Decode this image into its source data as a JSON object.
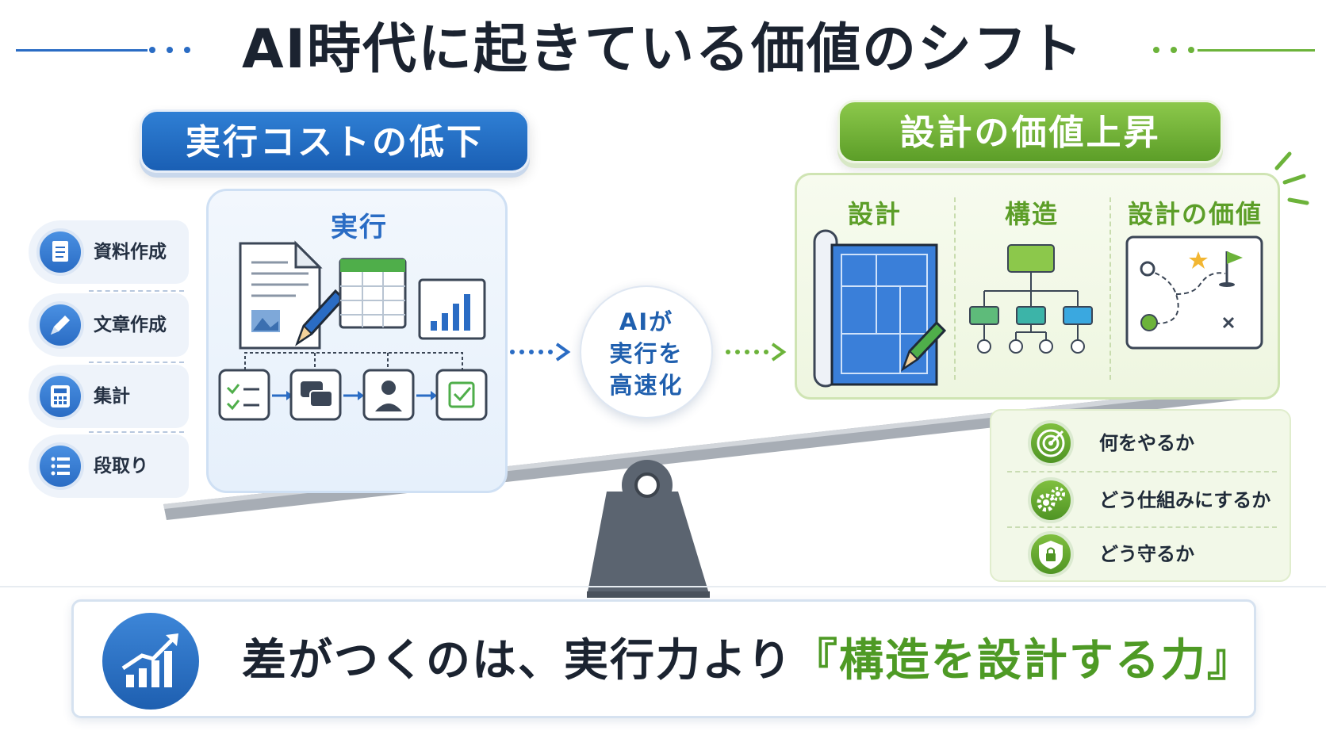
{
  "title": "AI時代に起きている価値のシフト",
  "left": {
    "header": "実行コストの低下",
    "tasks": [
      {
        "label": "資料作成",
        "icon": "document-icon"
      },
      {
        "label": "文章作成",
        "icon": "pencil-icon"
      },
      {
        "label": "集計",
        "icon": "calculator-icon"
      },
      {
        "label": "段取り",
        "icon": "list-icon"
      }
    ],
    "panel_title": "実行"
  },
  "center": {
    "lines": [
      "AIが",
      "実行を",
      "高速化"
    ]
  },
  "right": {
    "header": "設計の価値上昇",
    "columns": [
      "設計",
      "構造",
      "設計の価値"
    ],
    "bullets": [
      {
        "label": "何をやるか",
        "icon": "target-icon"
      },
      {
        "label": "どう仕組みにするか",
        "icon": "gears-icon"
      },
      {
        "label": "どう守るか",
        "icon": "shield-lock-icon"
      }
    ]
  },
  "bottom": {
    "prefix": "差がつくのは、実行力より",
    "highlight": "『構造を設計する力』"
  },
  "colors": {
    "blue": "#2a6cc4",
    "green": "#5c9e28",
    "dark": "#1b2330",
    "beam": "#9aa1aa"
  }
}
